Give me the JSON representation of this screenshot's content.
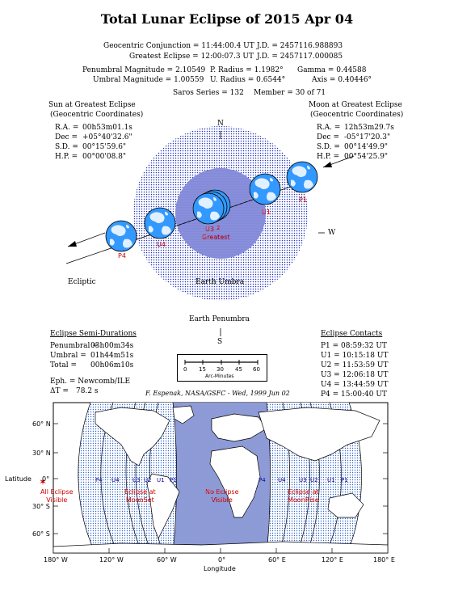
{
  "title": "Total Lunar Eclipse of 2015 Apr 04",
  "header": {
    "rows": [
      [
        "Geocentric Conjunction = ",
        "11:44:00.4 UT",
        "J.D. = ",
        "2457116.988893"
      ],
      [
        "Greatest Eclipse = ",
        "12:00:07.3 UT",
        "J.D. = ",
        "2457117.000085"
      ]
    ],
    "mag_rows": [
      [
        "Penumbral Magnitude = ",
        "2.10549",
        "P. Radius = ",
        "1.1982°",
        "Gamma = ",
        "0.44588"
      ],
      [
        "Umbral Magnitude = ",
        "1.00559",
        "U. Radius = ",
        "0.6544°",
        "Axis = ",
        "0.40446°"
      ]
    ],
    "saros": "Saros Series = 132",
    "member": "Member = 30 of 71"
  },
  "sun_info": {
    "heading1": "Sun at Greatest Eclipse",
    "heading2": "(Geocentric Coordinates)",
    "rows": [
      [
        "R.A. = ",
        "00h53m01.1s"
      ],
      [
        "Dec = ",
        "+05°40'32.6\""
      ],
      [
        "S.D. = ",
        "00°15'59.6\""
      ],
      [
        "H.P. = ",
        "00°00'08.8\""
      ]
    ]
  },
  "moon_info": {
    "heading1": "Moon at Greatest Eclipse",
    "heading2": "(Geocentric Coordinates)",
    "rows": [
      [
        "R.A. = ",
        "12h53m29.7s"
      ],
      [
        "Dec = ",
        "-05°17'20.3\""
      ],
      [
        "S.D. = ",
        "00°14'49.9\""
      ],
      [
        "H.P. = ",
        "00°54'25.9\""
      ]
    ]
  },
  "diagram": {
    "north": "N",
    "south": "S",
    "west": "W",
    "ecliptic": "Ecliptic",
    "umbra_label": "Earth Umbra",
    "penumbra_label": "Earth Penumbra",
    "contact_labels": [
      "P4",
      "U4",
      "U3",
      "2",
      "Greatest",
      "U1",
      "P1"
    ],
    "scale_ticks": [
      "0",
      "15",
      "30",
      "45",
      "60"
    ],
    "scale_label": "Arc-Minutes"
  },
  "durations": {
    "heading": "Eclipse Semi-Durations",
    "rows": [
      [
        "Penumbral = ",
        "03h00m34s"
      ],
      [
        "Umbral = ",
        "01h44m51s"
      ],
      [
        "Total = ",
        "00h06m10s"
      ]
    ],
    "eph": "Eph. = Newcomb/ILE",
    "dt_label": "ΔT = ",
    "dt_value": "78.2 s"
  },
  "credit": "F. Espenak, NASA/GSFC - Wed, 1999 Jun 02",
  "contacts": {
    "heading": "Eclipse Contacts",
    "rows": [
      "P1 = 08:59:32 UT",
      "U1 = 10:15:18 UT",
      "U2 = 11:53:59 UT",
      "U3 = 12:06:18 UT",
      "U4 = 13:44:59 UT",
      "P4 = 15:00:40 UT"
    ]
  },
  "map": {
    "lat_labels": [
      "60° N",
      "30° N",
      "0°",
      "30° S",
      "60° S"
    ],
    "lon_labels": [
      "180° W",
      "120° W",
      "60° W",
      "0°",
      "60° E",
      "120° E",
      "180° E"
    ],
    "latitude_title": "Latitude",
    "longitude_title": "Longitude",
    "curve_labels_left": [
      "P4",
      "U4",
      "U3",
      "U2",
      "U1",
      "P1"
    ],
    "curve_labels_right": [
      "P4",
      "U4",
      "U3",
      "U2",
      "U1",
      "P1"
    ],
    "zones": [
      {
        "line1": "All Eclipse",
        "line2": "Visible"
      },
      {
        "line1": "Eclipse at",
        "line2": "MoonSet"
      },
      {
        "line1": "No Eclipse",
        "line2": "Visible"
      },
      {
        "line1": "Eclipse at",
        "line2": "MoonRise"
      }
    ]
  }
}
